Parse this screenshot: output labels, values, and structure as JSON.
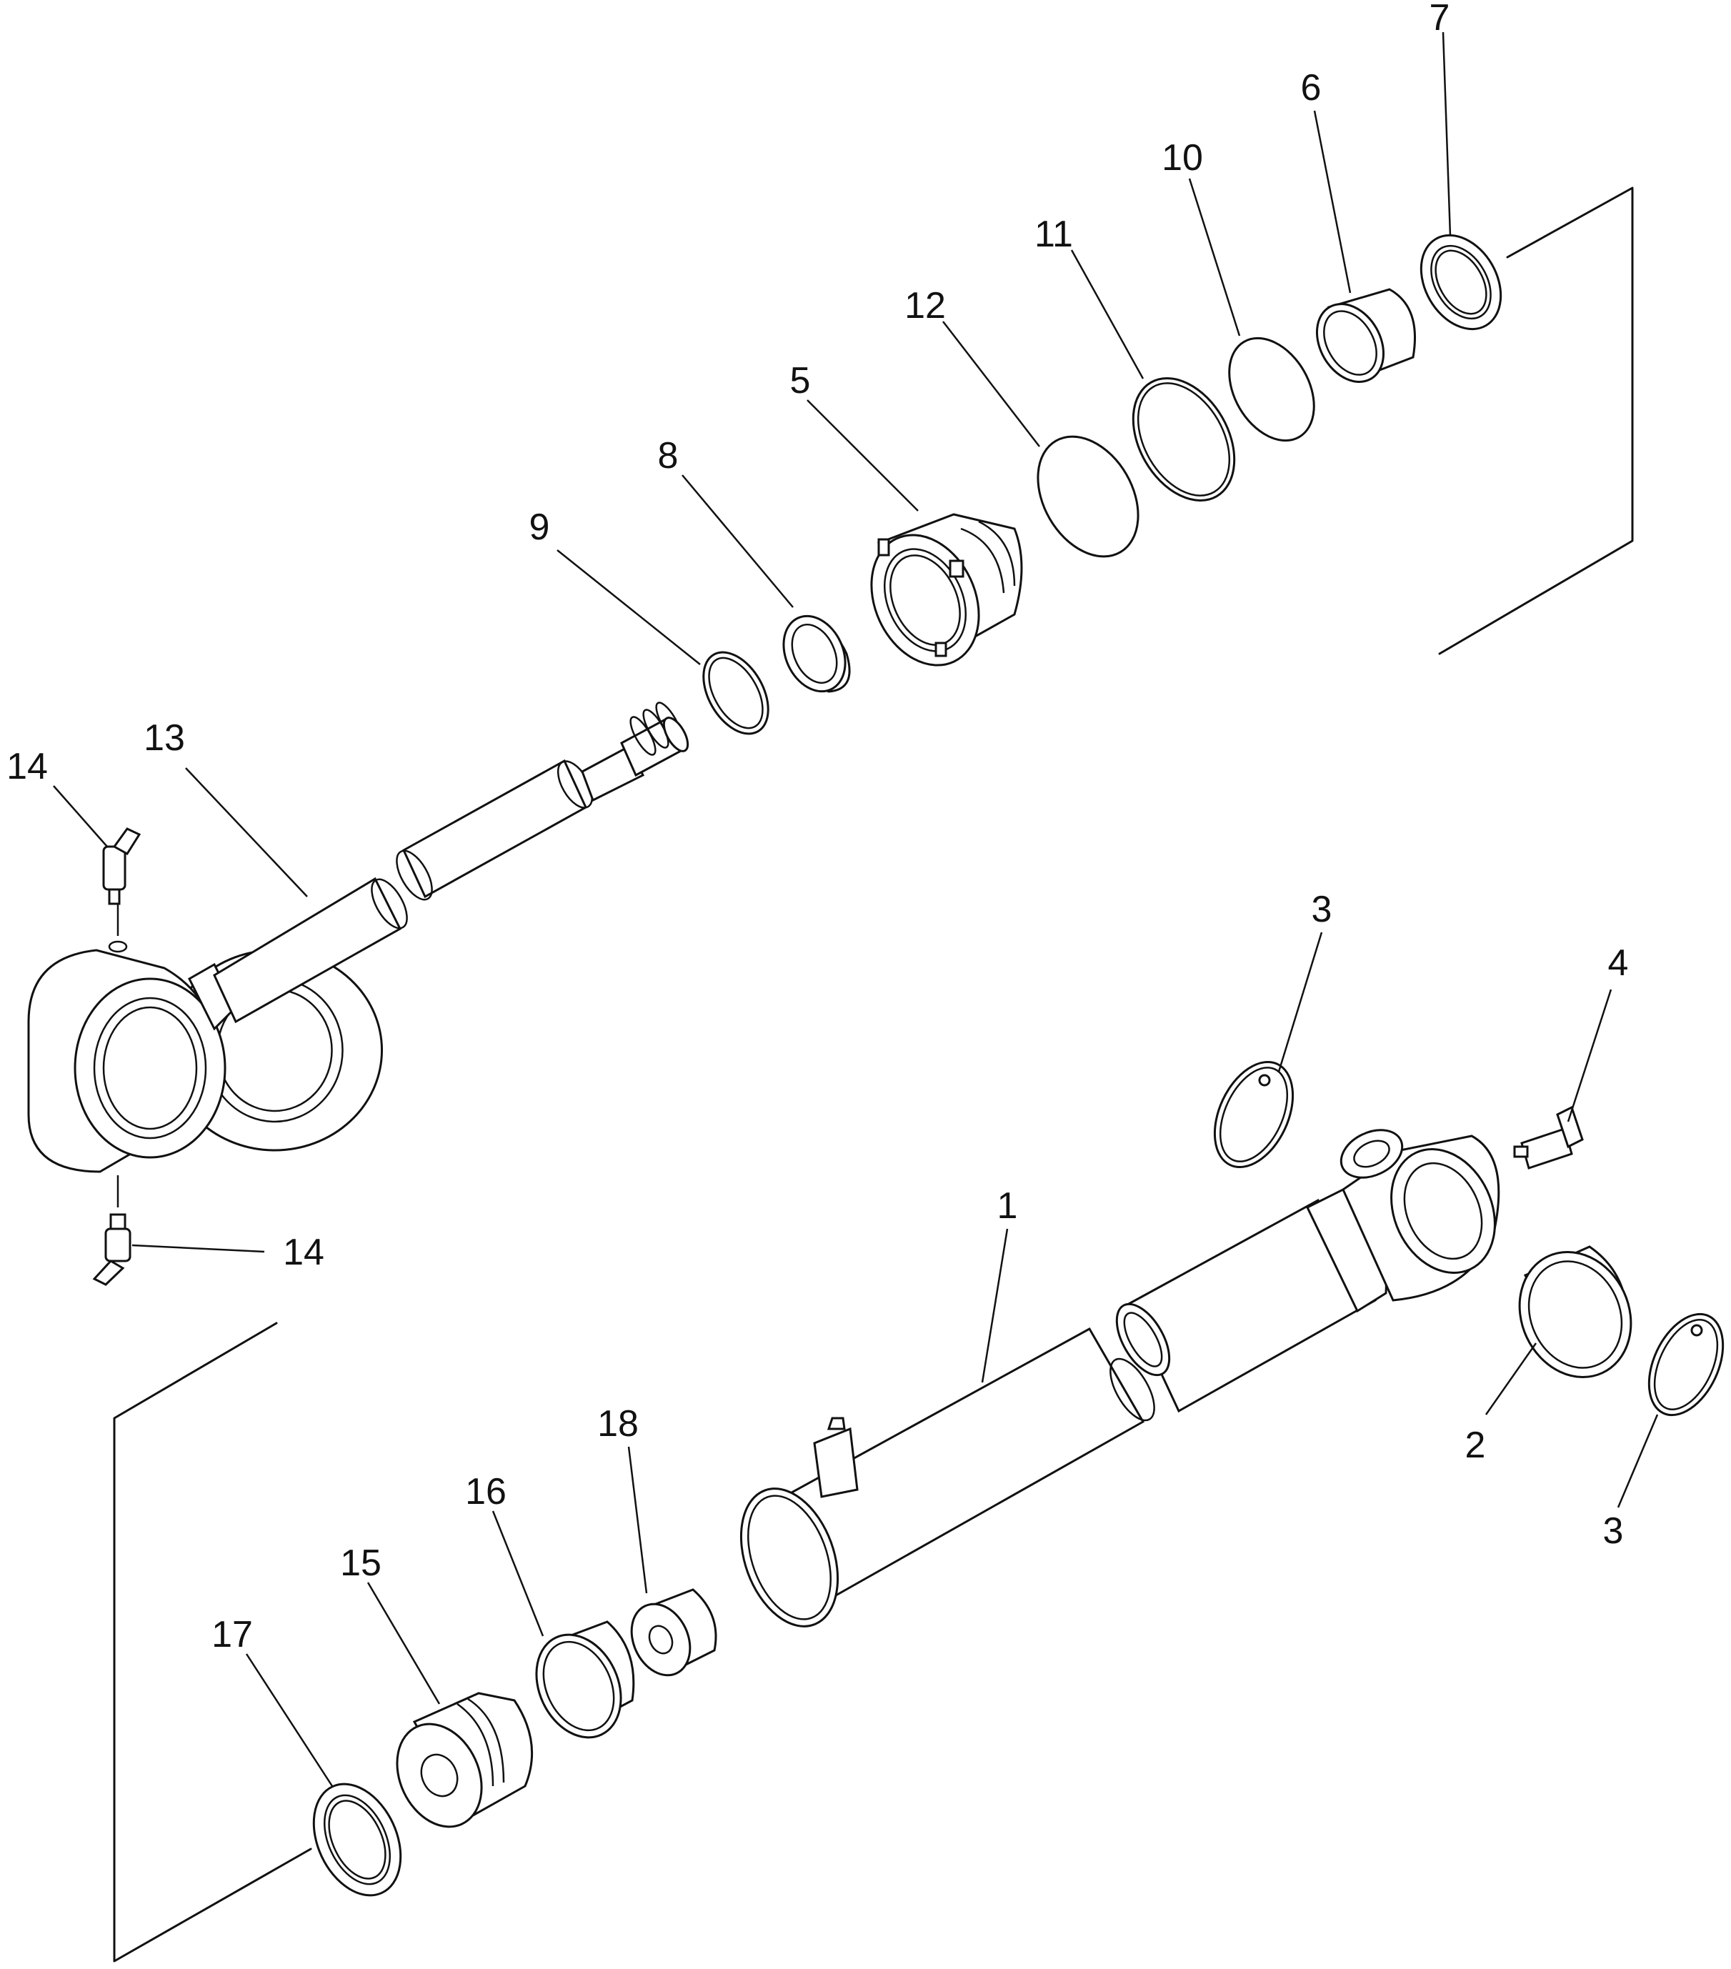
{
  "diagram": {
    "type": "exploded-parts-view",
    "callouts": [
      {
        "id": "c1",
        "text": "1"
      },
      {
        "id": "c2",
        "text": "2"
      },
      {
        "id": "c3a",
        "text": "3"
      },
      {
        "id": "c3b",
        "text": "3"
      },
      {
        "id": "c4",
        "text": "4"
      },
      {
        "id": "c5",
        "text": "5"
      },
      {
        "id": "c6",
        "text": "6"
      },
      {
        "id": "c7",
        "text": "7"
      },
      {
        "id": "c8",
        "text": "8"
      },
      {
        "id": "c9",
        "text": "9"
      },
      {
        "id": "c10",
        "text": "10"
      },
      {
        "id": "c11",
        "text": "11"
      },
      {
        "id": "c12",
        "text": "12"
      },
      {
        "id": "c13",
        "text": "13"
      },
      {
        "id": "c14a",
        "text": "14"
      },
      {
        "id": "c14b",
        "text": "14"
      },
      {
        "id": "c15",
        "text": "15"
      },
      {
        "id": "c16",
        "text": "16"
      },
      {
        "id": "c17",
        "text": "17"
      },
      {
        "id": "c18",
        "text": "18"
      }
    ]
  }
}
